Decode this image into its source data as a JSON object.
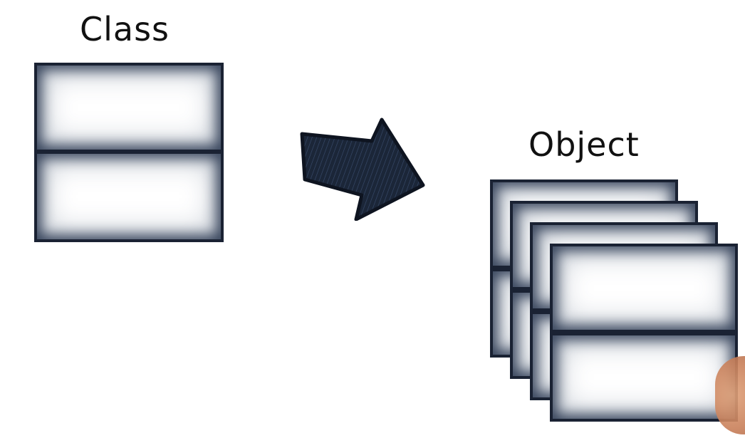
{
  "labels": {
    "class": "Class",
    "object": "Object"
  },
  "diagram": {
    "class_box_sections": 2,
    "object_stack_count": 4,
    "object_box_sections": 2,
    "arrow_icon": "right-arrow-icon"
  },
  "colors": {
    "outline": "#1a2233",
    "arrow_fill": "#1b2638",
    "background": "#ffffff"
  }
}
